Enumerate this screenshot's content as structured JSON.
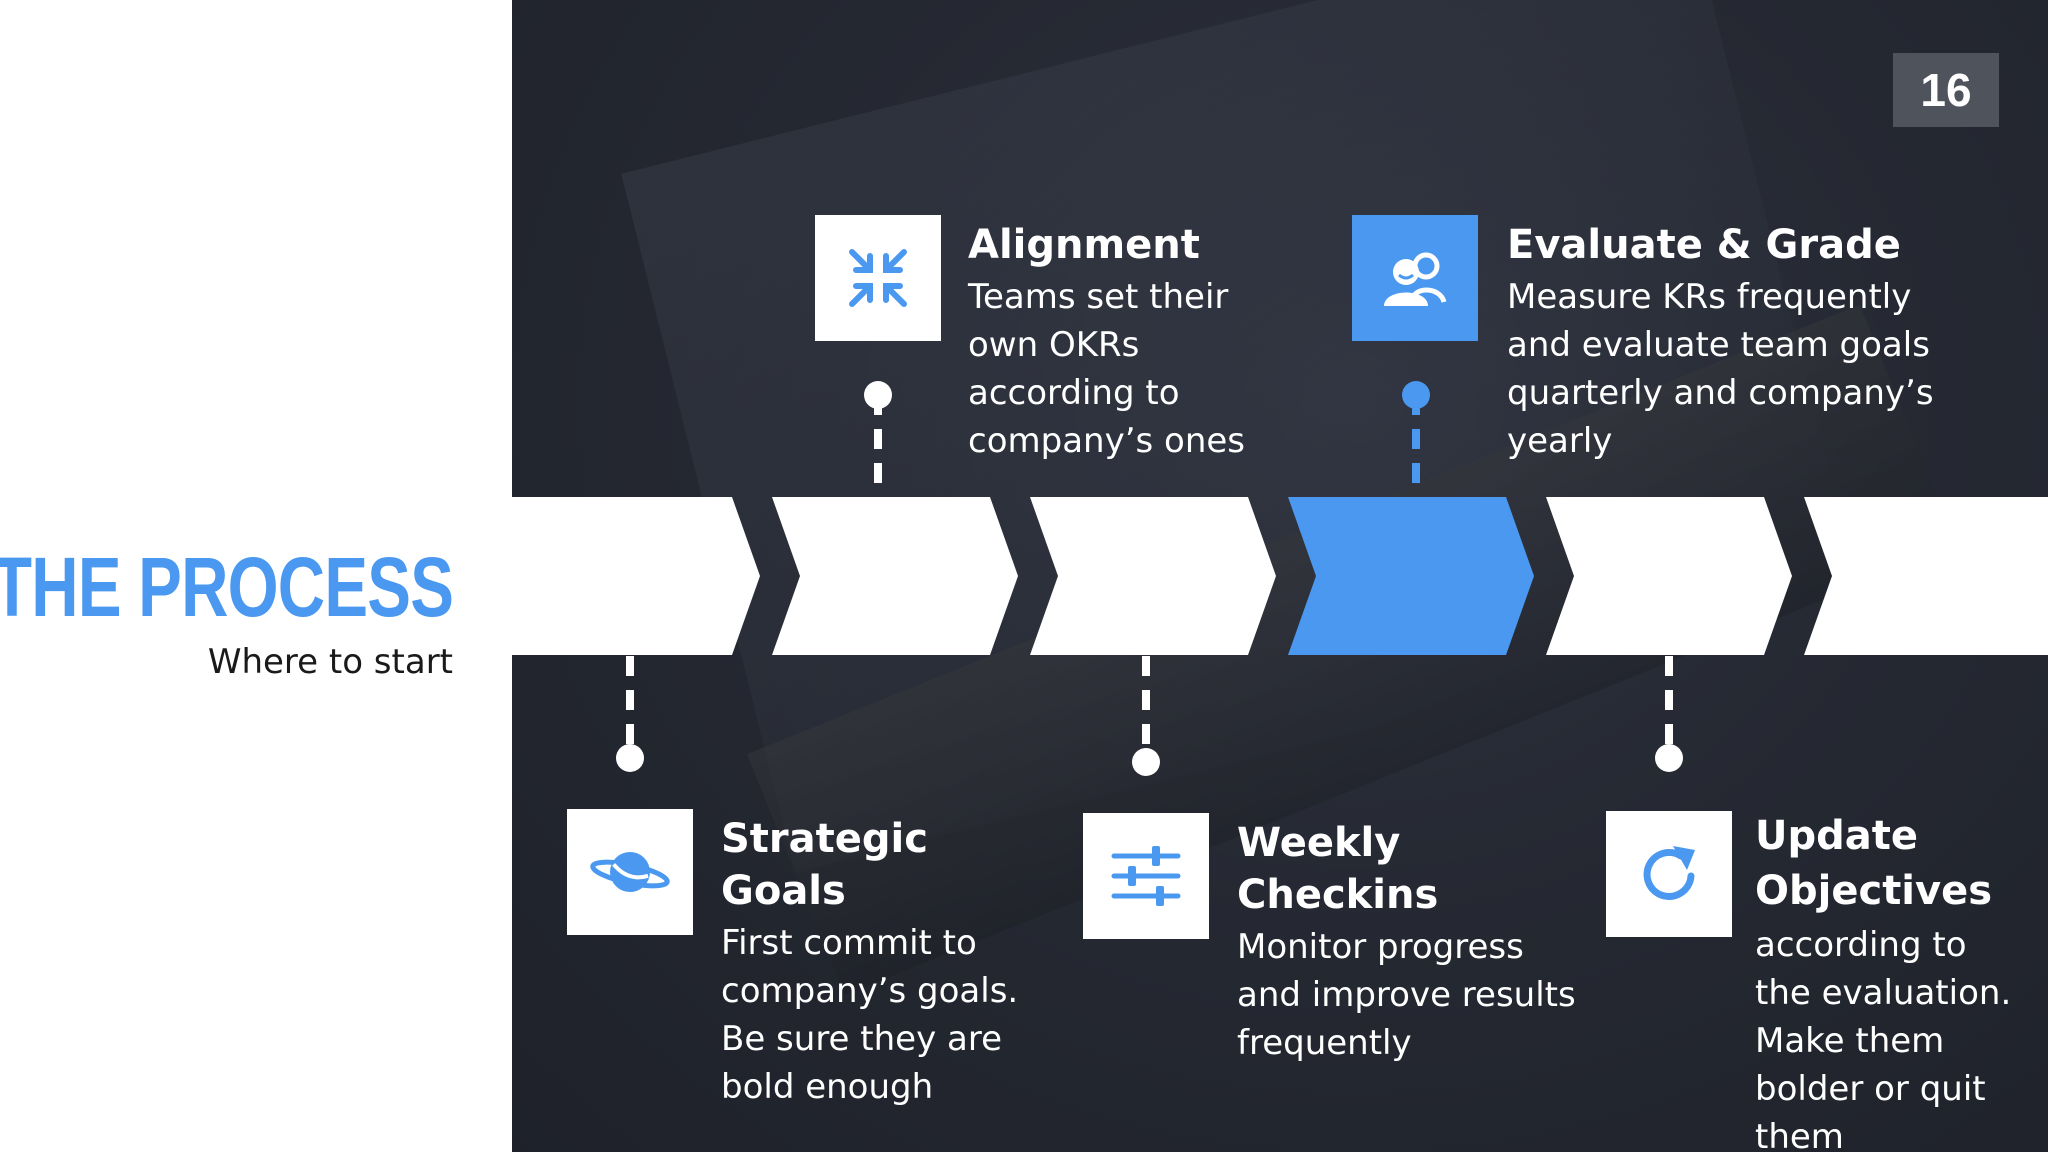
{
  "slide": {
    "title": "THE PROCESS",
    "subtitle": "Where to start",
    "page_number": "16"
  },
  "colors": {
    "accent": "#4a98f0",
    "chevron": "#ffffff",
    "page_badge": "#4f545c"
  },
  "steps": [
    {
      "id": "strategic-goals",
      "position": "bottom",
      "icon": "planet-icon",
      "title": "Strategic Goals",
      "description": "First commit to company’s goals. Be sure they are bold enough"
    },
    {
      "id": "alignment",
      "position": "top",
      "icon": "compress-arrows-icon",
      "title": "Alignment",
      "description": "Teams set their own OKRs according to company’s ones"
    },
    {
      "id": "weekly-checkins",
      "position": "bottom",
      "icon": "sliders-icon",
      "title": "Weekly Checkins",
      "description": "Monitor progress and improve results frequently"
    },
    {
      "id": "evaluate-grade",
      "position": "top",
      "icon": "users-icon",
      "title": "Evaluate & Grade",
      "description": "Measure KRs frequently and evaluate team goals quarterly and company’s yearly",
      "highlighted": true
    },
    {
      "id": "update-objectives",
      "position": "bottom",
      "icon": "refresh-icon",
      "title": "Update Objectives",
      "description": "according to the evaluation. Make them bolder or quit them"
    }
  ],
  "chevron_count": 6,
  "highlighted_chevron_index": 3
}
